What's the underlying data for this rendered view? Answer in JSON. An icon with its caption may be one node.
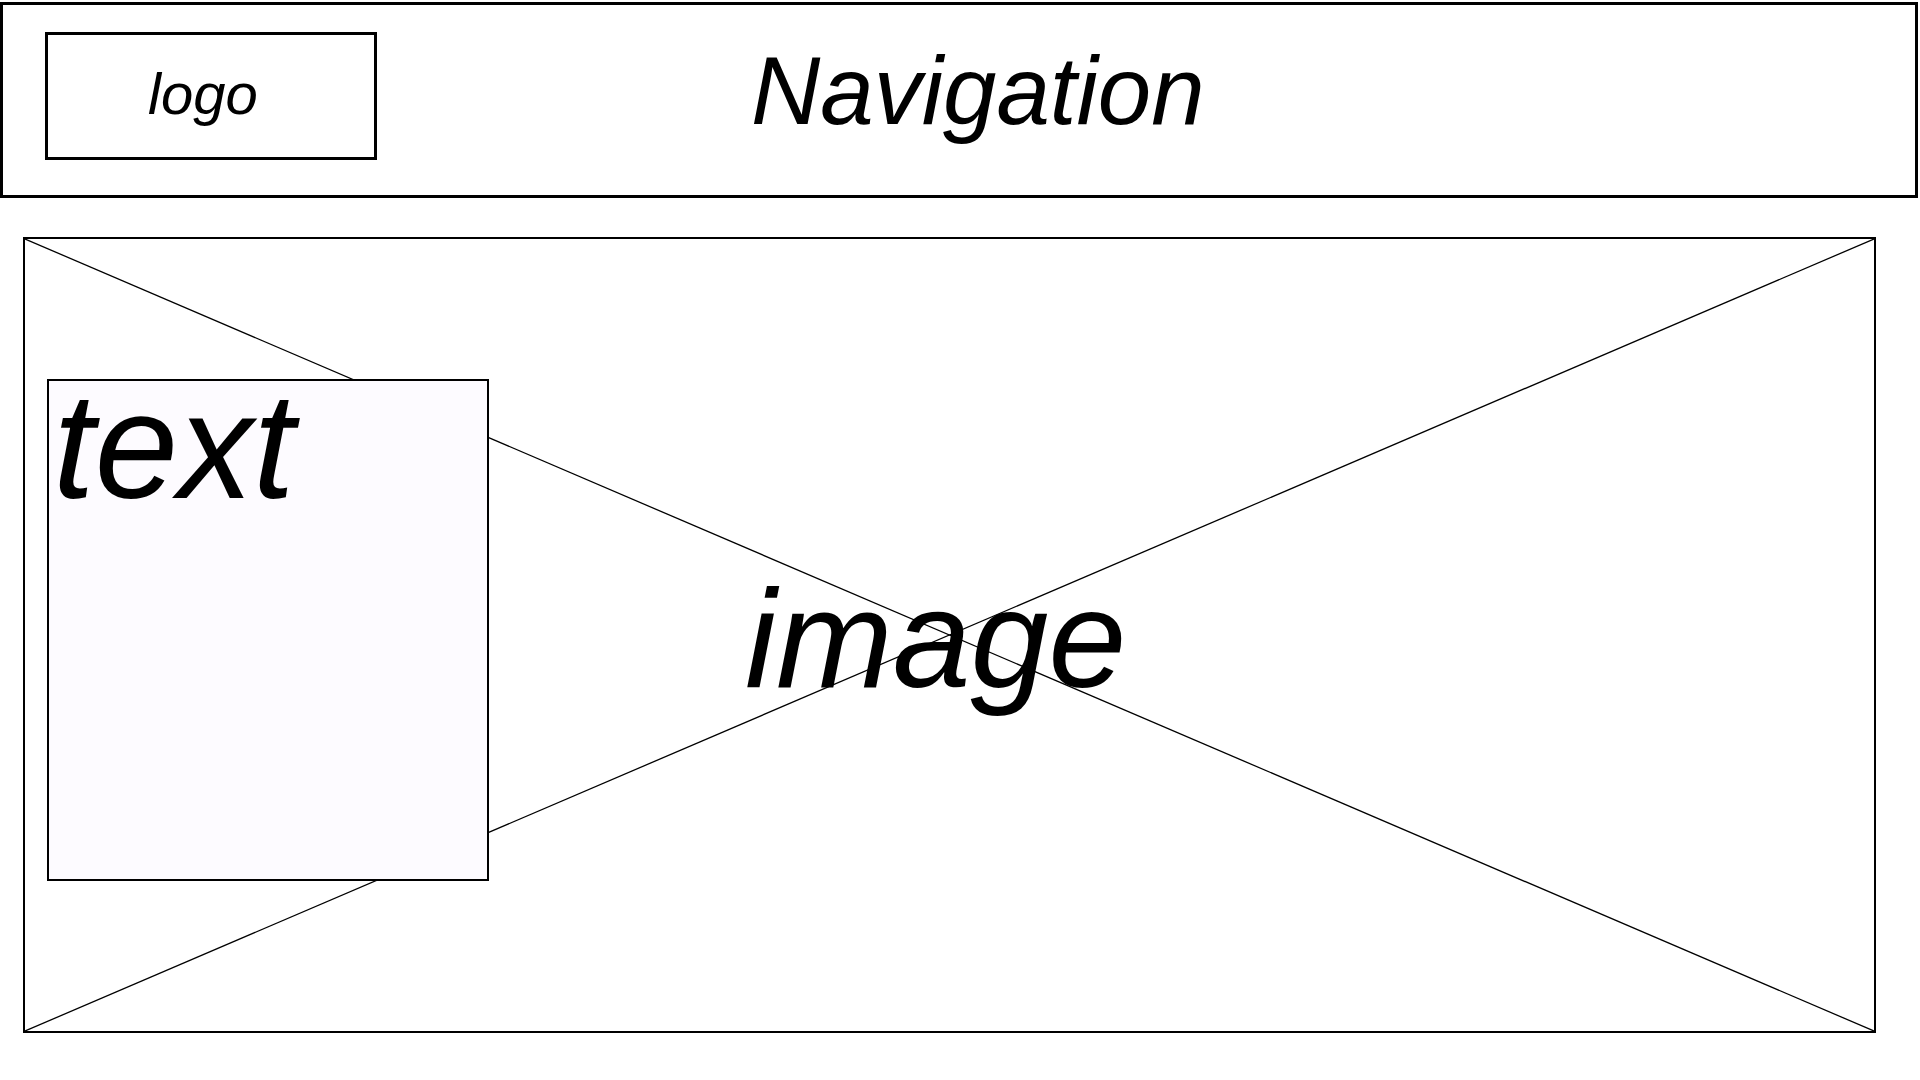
{
  "diagram": {
    "nodes": [
      {
        "text": [
          "Navigation"
        ]
      },
      {
        "text": [
          "logo"
        ],
        "in": 0
      },
      {
        "text": [
          "image"
        ]
      },
      {
        "text": [
          "text"
        ],
        "in": 2
      }
    ]
  }
}
